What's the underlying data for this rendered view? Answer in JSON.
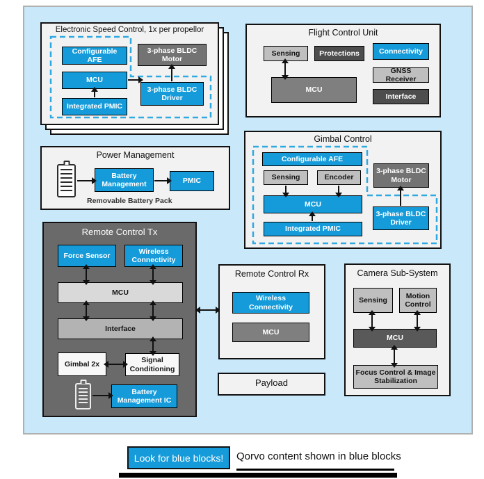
{
  "colors": {
    "qorvo_blue": "#159bd9",
    "dashed_outline_blue": "#2fa9e1",
    "background_blue": "#c9e9fb",
    "panel_fill": "#f2f2f2",
    "dark_gray": "#4d4d4d",
    "medium_gray": "#7f7f7f",
    "light_gray": "#bfbfbf",
    "tx_container_gray": "#6a6a6a"
  },
  "esc": {
    "title": "Electronic Speed Control, 1x per propellor",
    "blocks": {
      "afe": "Configurable AFE",
      "mcu": "MCU",
      "pmic": "Integrated PMIC",
      "motor": "3-phase BLDC Motor",
      "driver": "3-phase BLDC Driver"
    }
  },
  "fcu": {
    "title": "Flight Control Unit",
    "blocks": {
      "sensing": "Sensing",
      "protections": "Protections",
      "connectivity": "Connectivity",
      "mcu": "MCU",
      "gnss": "GNSS Receiver",
      "interface": "Interface"
    }
  },
  "gimbal": {
    "title": "Gimbal Control",
    "blocks": {
      "afe": "Configurable AFE",
      "sensing": "Sensing",
      "encoder": "Encoder",
      "mcu": "MCU",
      "pmic": "Integrated PMIC",
      "motor": "3-phase BLDC Motor",
      "driver": "3-phase BLDC Driver"
    }
  },
  "power": {
    "title": "Power Management",
    "blocks": {
      "battery_mgmt": "Battery Management",
      "pmic": "PMIC"
    },
    "caption": "Removable Battery Pack"
  },
  "tx": {
    "title": "Remote Control Tx",
    "blocks": {
      "force_sensor": "Force Sensor",
      "wireless": "Wireless Connectivity",
      "mcu": "MCU",
      "interface": "Interface",
      "gimbal2x": "Gimbal 2x",
      "signal": "Signal Conditioning",
      "bmic": "Battery Management IC"
    }
  },
  "rx": {
    "title": "Remote Control Rx",
    "blocks": {
      "wireless": "Wireless Connectivity",
      "mcu": "MCU"
    }
  },
  "payload": {
    "title": "Payload"
  },
  "camera": {
    "title": "Camera Sub-System",
    "blocks": {
      "sensing": "Sensing",
      "motion": "Motion Control",
      "mcu": "MCU",
      "focus": "Focus Control & Image Stabilization"
    }
  },
  "legend": {
    "badge": "Look for blue blocks!",
    "note": "Qorvo content shown in blue blocks"
  },
  "icons": {
    "battery_pack": "battery-outline",
    "tx_battery": "battery-outline"
  }
}
